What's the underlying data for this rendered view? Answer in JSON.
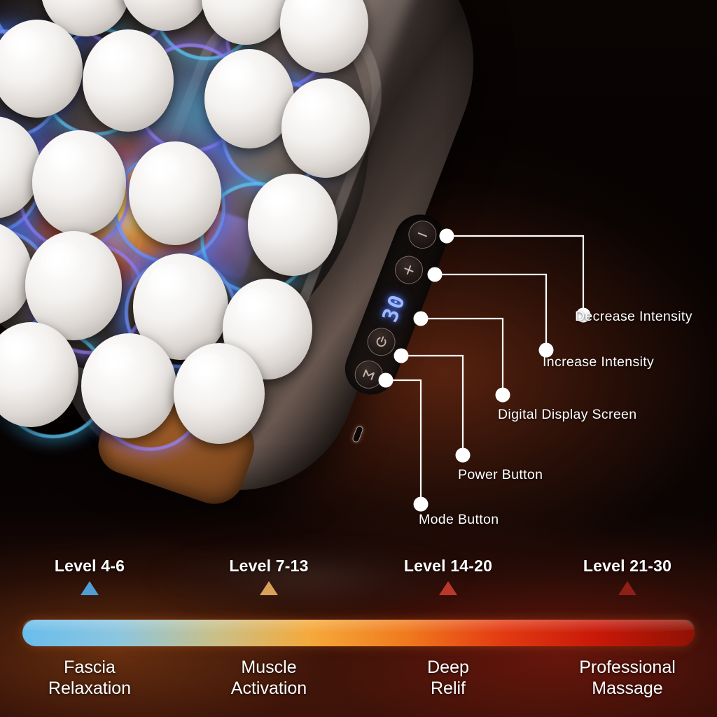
{
  "product": {
    "display_value": "30",
    "controls": [
      {
        "key": "decrease",
        "icon": "minus-icon",
        "label": "Decrease Intensity"
      },
      {
        "key": "increase",
        "icon": "plus-icon",
        "label": "Increase Intensity"
      },
      {
        "key": "screen",
        "icon": "digital-display-icon",
        "label": "Digital Display Screen"
      },
      {
        "key": "power",
        "icon": "power-icon",
        "label": "Power Button"
      },
      {
        "key": "mode",
        "icon": "mode-icon",
        "label": "Mode Button"
      }
    ]
  },
  "callouts": [
    {
      "label": "Decrease Intensity"
    },
    {
      "label": "Increase Intensity"
    },
    {
      "label": "Digital Display Screen"
    },
    {
      "label": "Power Button"
    },
    {
      "label": "Mode Button"
    }
  ],
  "legend": {
    "levels": [
      {
        "range": "Level 4-6",
        "marker_color": "#4f9fd4",
        "mode_line1": "Fascia",
        "mode_line2": "Relaxation"
      },
      {
        "range": "Level 7-13",
        "marker_color": "#d9a05a",
        "mode_line1": "Muscle",
        "mode_line2": "Activation"
      },
      {
        "range": "Level 14-20",
        "marker_color": "#b8392a",
        "mode_line1": "Deep",
        "mode_line2": "Relif"
      },
      {
        "range": "Level 21-30",
        "marker_color": "#8e2018",
        "mode_line1": "Professional",
        "mode_line2": "Massage"
      }
    ],
    "gradient": {
      "stops": [
        "#69bdeb",
        "#8cc6e0",
        "#c9c08a",
        "#f5a93a",
        "#f07a1e",
        "#e33a12",
        "#c81808",
        "#8e1205"
      ]
    }
  },
  "colors": {
    "background": "#060202",
    "callout_line": "#ffffff",
    "text": "#ffffff",
    "display_glow": "#9fb9ff"
  }
}
